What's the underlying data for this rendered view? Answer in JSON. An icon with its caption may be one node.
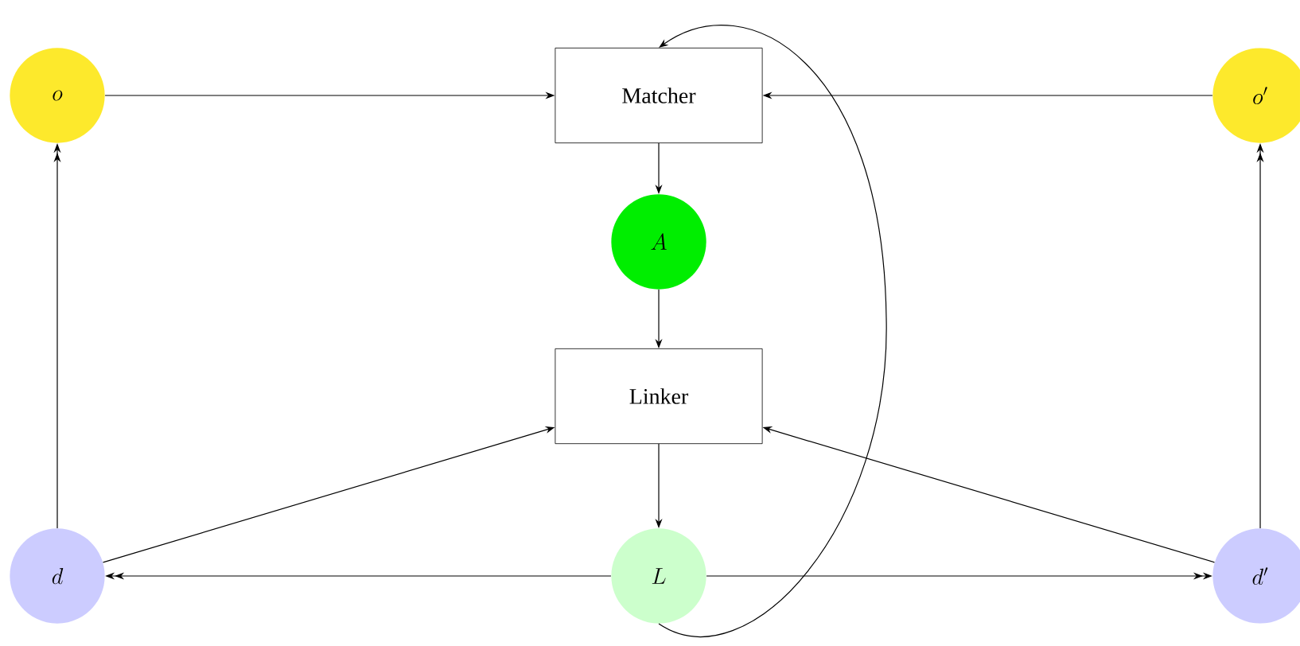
{
  "diagram": {
    "nodes": [
      {
        "text": [
          "o"
        ]
      },
      {
        "text": [
          "Matcher"
        ]
      },
      {
        "text": [
          "o'"
        ]
      },
      {
        "text": [
          "A"
        ]
      },
      {
        "text": [
          "Linker"
        ]
      },
      {
        "text": [
          "d"
        ]
      },
      {
        "text": [
          "L"
        ]
      },
      {
        "text": [
          "d'"
        ]
      }
    ],
    "edges": [
      {
        "from": 0,
        "to": 1,
        "arrow": "to"
      },
      {
        "from": 2,
        "to": 1,
        "arrow": "to"
      },
      {
        "from": 1,
        "to": 3,
        "arrow": "to"
      },
      {
        "from": 3,
        "to": 4,
        "arrow": "to"
      },
      {
        "from": 5,
        "to": 4,
        "arrow": "to"
      },
      {
        "from": 7,
        "to": 4,
        "arrow": "to"
      },
      {
        "from": 4,
        "to": 6,
        "arrow": "to"
      },
      {
        "from": 6,
        "to": 5,
        "arrow": "to"
      },
      {
        "from": 6,
        "to": 7,
        "arrow": "to"
      },
      {
        "from": 5,
        "to": 0,
        "arrow": "to"
      },
      {
        "from": 7,
        "to": 2,
        "arrow": "to"
      },
      {
        "from": 6,
        "to": 1,
        "arrow": "to"
      }
    ]
  }
}
